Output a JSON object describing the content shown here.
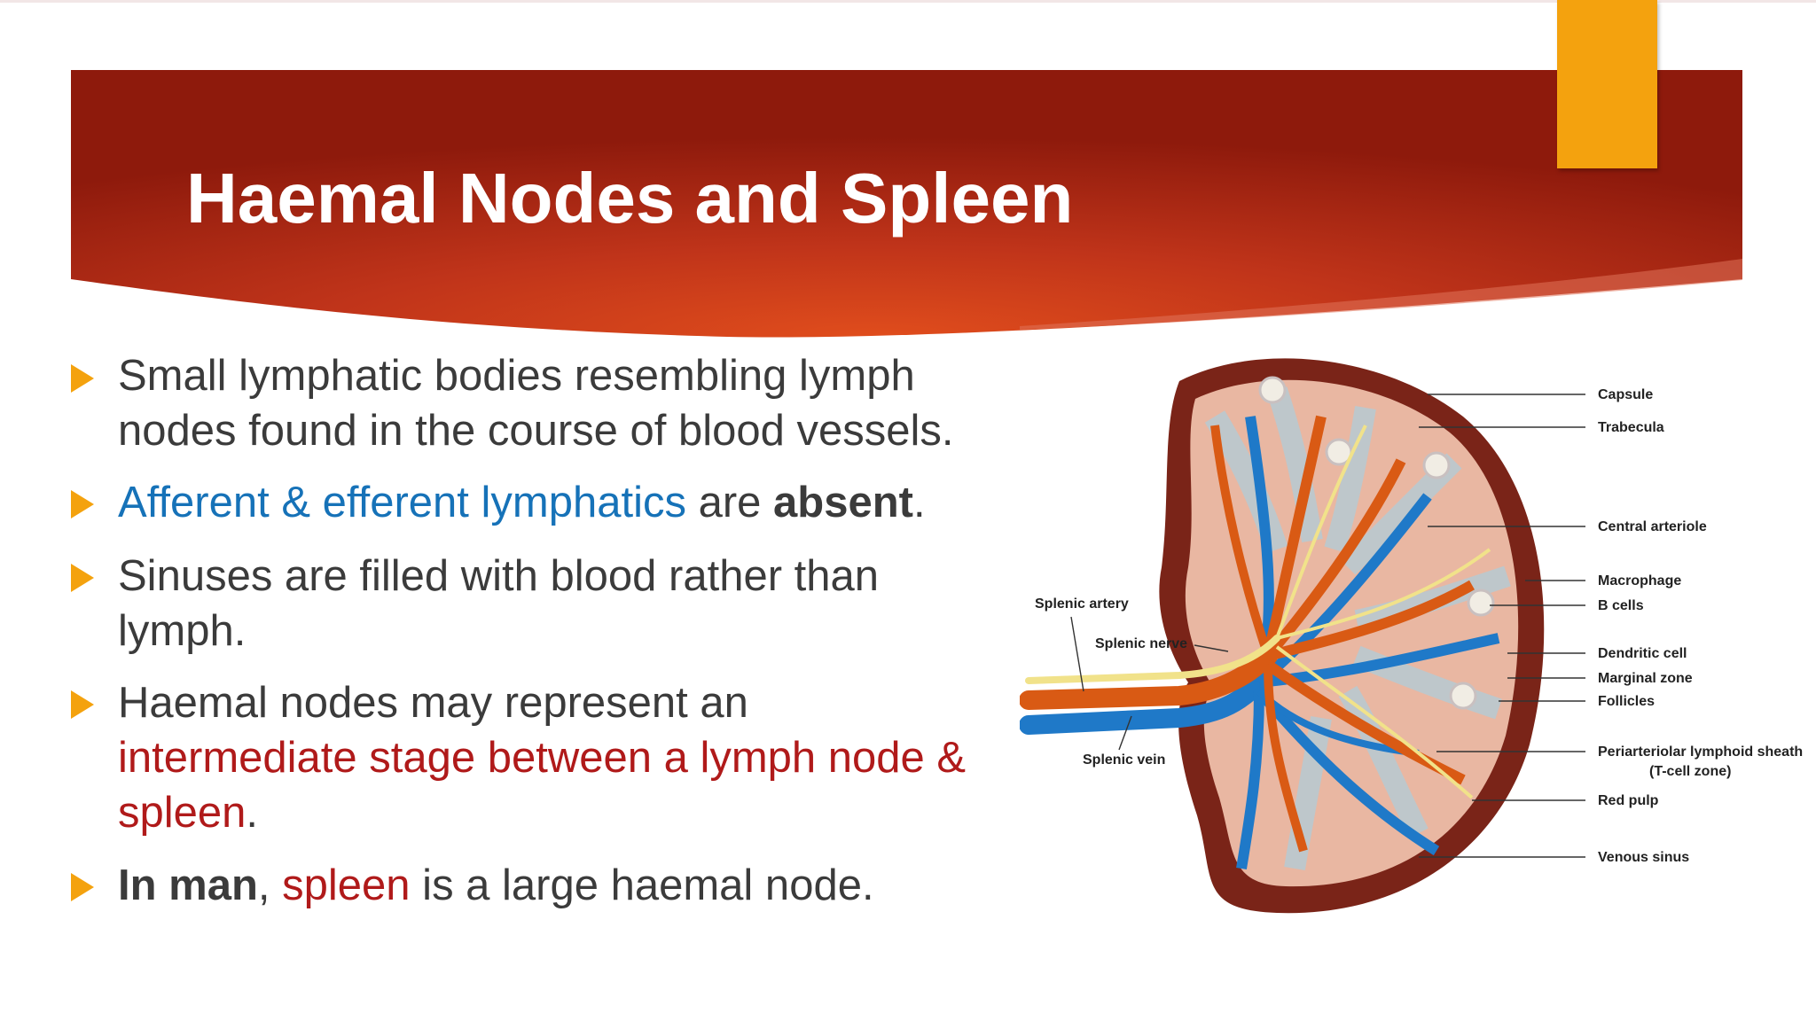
{
  "slide": {
    "title": "Haemal Nodes and Spleen",
    "colors": {
      "banner_dark": "#8e1a0c",
      "banner_light": "#d94418",
      "accent": "#f4a20e",
      "body_text": "#3b3b3b",
      "highlight_blue": "#1672b8",
      "highlight_red": "#b01a1a"
    }
  },
  "bullets": [
    {
      "line1": "Small lymphatic bodies resembling lymph",
      "line2": "nodes found in the course of blood vessels."
    },
    {
      "highlight": "Afferent & efferent lymphatics",
      "mid": " are ",
      "bold": "absent",
      "end": "."
    },
    {
      "line1": "Sinuses are filled with blood rather than",
      "line2": "lymph."
    },
    {
      "line1": "Haemal nodes may represent an",
      "highlight_line2": "intermediate stage between a lymph node &",
      "highlight_line3": "spleen",
      "end": "."
    },
    {
      "bold": "In man",
      "comma": ", ",
      "highlight": "spleen",
      "end": " is a large haemal node."
    }
  ],
  "diagram": {
    "labels": {
      "capsule": "Capsule",
      "trabecula": "Trabecula",
      "central_arteriole": "Central arteriole",
      "macrophage": "Macrophage",
      "b_cells": "B cells",
      "dendritic_cell": "Dendritic cell",
      "marginal_zone": "Marginal zone",
      "follicles": "Follicles",
      "pals_line1": "Periarteriolar lymphoid sheath",
      "pals_line2": "(T-cell zone)",
      "red_pulp": "Red pulp",
      "venous_sinus": "Venous sinus",
      "splenic_artery": "Splenic artery",
      "splenic_nerve": "Splenic nerve",
      "splenic_vein": "Splenic vein"
    },
    "colors": {
      "capsule": "#7a2418",
      "red_pulp": "#e9b7a2",
      "marginal_zone": "#b9c9cf",
      "artery": "#d95a14",
      "vein": "#1f79c8",
      "nerve": "#f1e28a"
    }
  }
}
